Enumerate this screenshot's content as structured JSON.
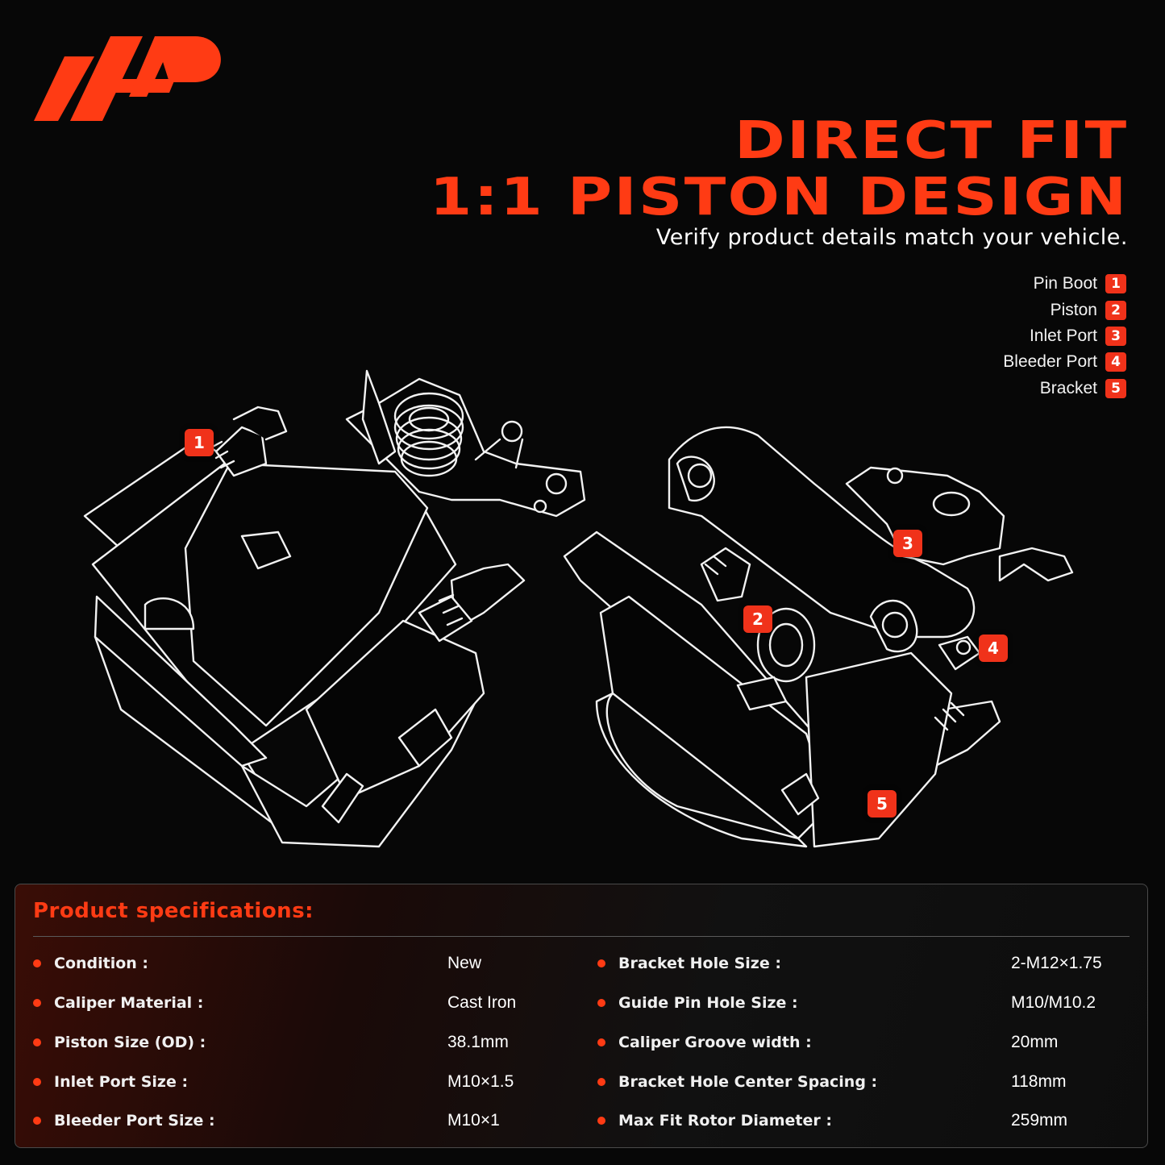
{
  "brand": {
    "accent_color": "#ff3b14",
    "logo_icon": "a-premium-logo-icon"
  },
  "headline": {
    "line1": "DIRECT FIT",
    "line2": "1:1 PISTON DESIGN"
  },
  "subhead": "Verify product details match your vehicle.",
  "legend": [
    {
      "label": "Pin Boot",
      "number": "1"
    },
    {
      "label": "Piston",
      "number": "2"
    },
    {
      "label": "Inlet Port",
      "number": "3"
    },
    {
      "label": "Bleeder Port",
      "number": "4"
    },
    {
      "label": "Bracket",
      "number": "5"
    }
  ],
  "callouts": [
    "1",
    "2",
    "3",
    "4",
    "5"
  ],
  "specs": {
    "title": "Product specifications:",
    "left": [
      {
        "label": "Condition :",
        "value": "New"
      },
      {
        "label": "Caliper Material :",
        "value": "Cast Iron"
      },
      {
        "label": "Piston Size (OD) :",
        "value": "38.1mm"
      },
      {
        "label": "Inlet Port Size :",
        "value": "M10×1.5"
      },
      {
        "label": "Bleeder Port Size :",
        "value": "M10×1"
      }
    ],
    "right": [
      {
        "label": "Bracket Hole Size :",
        "value": "2-M12×1.75"
      },
      {
        "label": "Guide Pin Hole Size :",
        "value": "M10/M10.2"
      },
      {
        "label": "Caliper Groove width :",
        "value": "20mm"
      },
      {
        "label": "Bracket Hole Center Spacing :",
        "value": "118mm"
      },
      {
        "label": "Max Fit Rotor Diameter :",
        "value": "259mm"
      }
    ]
  }
}
